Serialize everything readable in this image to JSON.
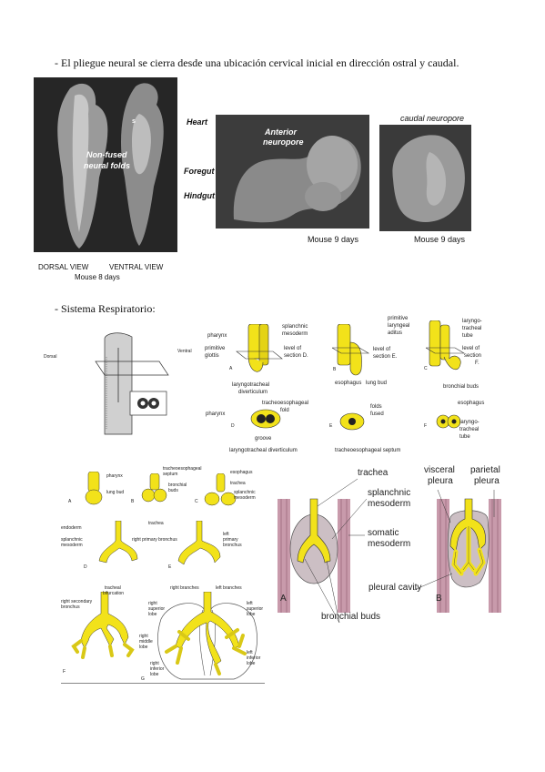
{
  "text": {
    "line1": "- El pliegue neural se cierra desde una ubicación cervical inicial en dirección ostral y caudal.",
    "line2": "- Sistema Respiratorio:"
  },
  "photos": {
    "left": {
      "labels": {
        "s": "s",
        "heart": "Heart",
        "nonfused": "Non-fused",
        "neuralfolds": "neural folds",
        "foregut": "Foregut",
        "hindgut": "Hindgut"
      },
      "captions": {
        "dorsal": "DORSAL VIEW",
        "ventral": "VENTRAL VIEW",
        "mouse8": "Mouse 8 days"
      }
    },
    "middle": {
      "labels": {
        "anterior": "Anterior",
        "neuropore": "neuropore"
      },
      "caption": "Mouse 9 days"
    },
    "right": {
      "labels": {
        "caudal": "caudal neuropore"
      },
      "caption": "Mouse 9 days"
    }
  },
  "diagram_top": {
    "dorsal": "Dorsal",
    "ventral": "Ventral",
    "A": {
      "letter": "A",
      "pharynx": "pharynx",
      "splanchnic": "splanchnic",
      "mesoderm": "mesoderm",
      "primitive": "primitive",
      "glottis": "glottis",
      "level": "level of",
      "section": "section D.",
      "laryngo": "laryngotracheal",
      "diverticulum": "diverticulum"
    },
    "B": {
      "letter": "B",
      "level": "level of",
      "section": "section E.",
      "esophagus": "esophagus",
      "lungbud": "lung bud"
    },
    "C": {
      "letter": "C",
      "primitive": "primitive",
      "laryngeal": "laryngeal",
      "aditus": "aditus",
      "laryngo": "laryngo-",
      "tracheal": "tracheal",
      "tube": "tube",
      "level": "level of",
      "section": "section",
      "F": "F.",
      "bronchial": "bronchial buds"
    },
    "D": {
      "letter": "D",
      "pharynx": "pharynx",
      "te": "tracheoesophageal",
      "fold": "fold",
      "groove": "groove",
      "ld": "laryngotracheal  diverticulum"
    },
    "E": {
      "letter": "E",
      "folds": "folds",
      "fused": "fused",
      "septum": "tracheoesophageal  septum"
    },
    "F": {
      "letter": "F",
      "esophagus": "esophagus",
      "laryngo": "laryngo-",
      "tracheal": "tracheal",
      "tube": "tube"
    }
  },
  "diagram_left": {
    "pharynx": "pharynx",
    "lungbud": "lung bud",
    "teseptum1": "tracheoesophageal",
    "teseptum2": "septum",
    "bronchial1": "bronchial",
    "bronchial2": "buds",
    "esophagus": "esophagus",
    "trachea": "trachea",
    "splanchnic1": "splanchnic",
    "splanchnic2": "mesoderm",
    "endoderm": "endoderm",
    "trachea2": "trachea",
    "spl1": "splanchnic",
    "spl2": "mesoderm",
    "rightprimary": "right primary bronchus",
    "leftprimary1": "left",
    "leftprimary2": "primary",
    "leftprimary3": "bronchus",
    "tb1": "tracheal",
    "tb2": "bifurcation",
    "rs1": "right secondary",
    "rs2": "bronchus",
    "rightbranches": "right branches",
    "leftbranches": "left branches",
    "rsl1": "right",
    "rsl2": "superior",
    "rsl3": "lobe",
    "rml1": "right",
    "rml2": "middle",
    "rml3": "lobe",
    "ril1": "right",
    "ril2": "inferior",
    "ril3": "lobe",
    "lsl1": "left",
    "lsl2": "superior",
    "lsl3": "lobe",
    "lil1": "left",
    "lil2": "inferior",
    "lil3": "lobe",
    "A": "A",
    "B": "B",
    "C": "C",
    "D": "D",
    "E": "E",
    "F": "F",
    "G": "G"
  },
  "diagram_right": {
    "trachea": "trachea",
    "splanchnic": "splanchnic",
    "mesoderm": "mesoderm",
    "somatic": "somatic",
    "mesoderm2": "mesoderm",
    "visceral": "visceral",
    "pleura": "pleura",
    "parietal": "parietal",
    "pleura2": "pleura",
    "pleuralcavity": "pleural  cavity",
    "bronchialbuds": "bronchial buds",
    "A": "A",
    "B": "B"
  },
  "colors": {
    "yellow": "#f2e21a",
    "mauve": "#b88a9c",
    "photo_bg": "#222222"
  }
}
